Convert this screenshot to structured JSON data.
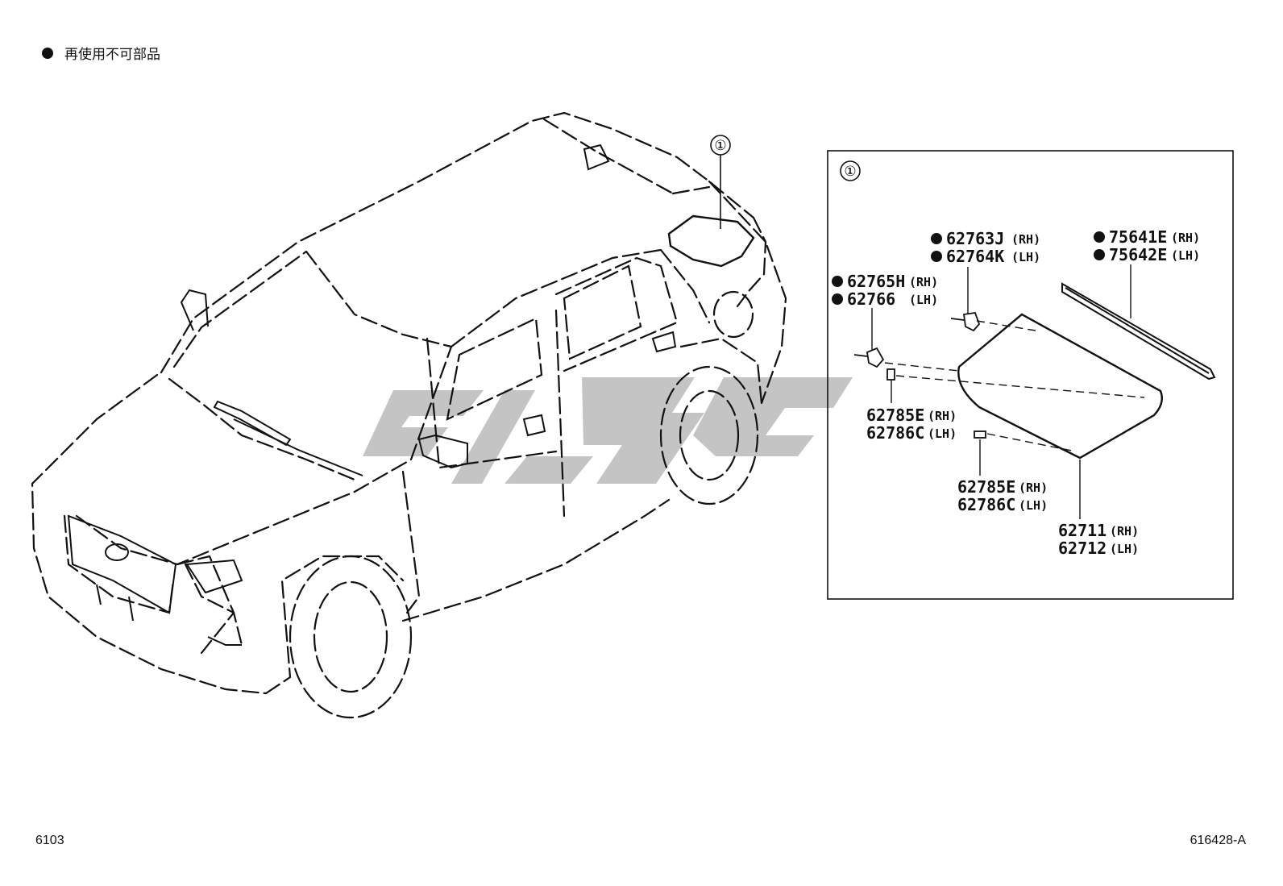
{
  "legend": {
    "text": "再使用不可部品"
  },
  "callout": {
    "number": "①"
  },
  "detail": {
    "number": "①"
  },
  "parts": [
    {
      "code": "62763J",
      "side": "(RH)",
      "reusable": false
    },
    {
      "code": "62764K",
      "side": "(LH)",
      "reusable": false
    },
    {
      "code": "75641E",
      "side": "(RH)",
      "reusable": false
    },
    {
      "code": "75642E",
      "side": "(LH)",
      "reusable": false
    },
    {
      "code": "62765H",
      "side": "(RH)",
      "reusable": false
    },
    {
      "code": "62766",
      "side": "(LH)",
      "reusable": false
    },
    {
      "code": "62785E",
      "side": "(RH)",
      "reusable": true
    },
    {
      "code": "62786C",
      "side": "(LH)",
      "reusable": true
    },
    {
      "code": "62785E",
      "side": "(RH)",
      "reusable": true
    },
    {
      "code": "62786C",
      "side": "(LH)",
      "reusable": true
    },
    {
      "code": "62711",
      "side": "(RH)",
      "reusable": true
    },
    {
      "code": "62712",
      "side": "(LH)",
      "reusable": true
    }
  ],
  "footer": {
    "left_code": "6103",
    "right_code": "616428-A"
  },
  "colors": {
    "ink": "#111111",
    "watermark": "#c4c4c4"
  }
}
